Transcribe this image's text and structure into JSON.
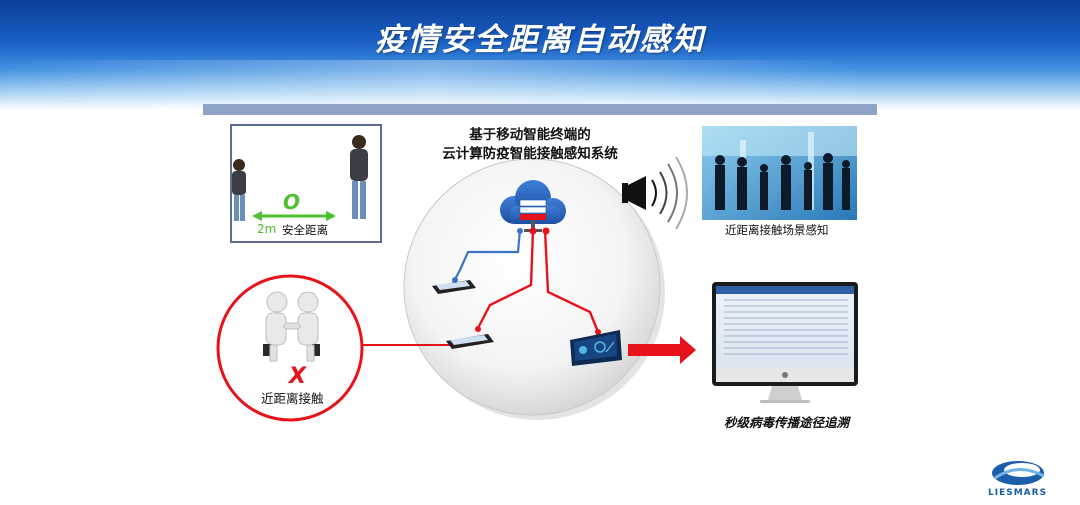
{
  "title": "疫情安全距离自动感知",
  "system_title": [
    "基于移动智能终端的",
    "云计算防疫智能接触感知系统"
  ],
  "safe_distance": {
    "ok_mark": "O",
    "label": "安全距离",
    "distance": "2m"
  },
  "close_contact": {
    "fail_mark": "X",
    "label": "近距离接触"
  },
  "scene_label": "近距离接触场景感知",
  "trace_label": "秒级病毒传播途径追溯",
  "logo": {
    "text": "LIESMARS"
  },
  "colors": {
    "header": "#1a5fc4",
    "accent_red": "#e8121b",
    "link_blue": "#3d73c6",
    "ok_green": "#4fbf2f"
  }
}
